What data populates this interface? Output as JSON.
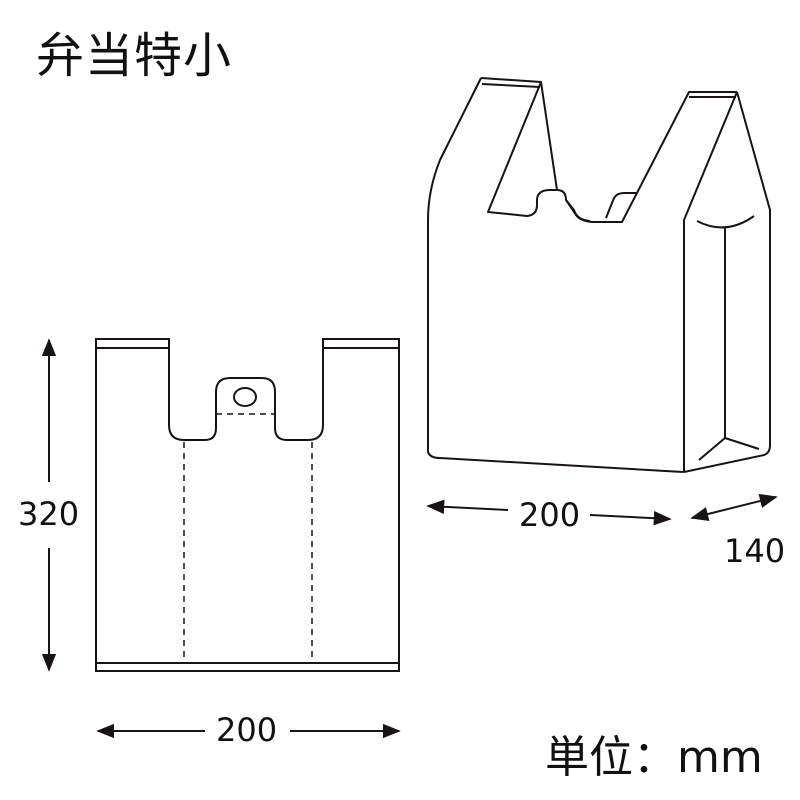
{
  "title": "弁当特小",
  "unit_label": "単位：mm",
  "flat_view": {
    "height_label": "320",
    "width_label": "200"
  },
  "perspective_view": {
    "width_label": "200",
    "gusset_label": "140"
  },
  "colors": {
    "line": "#1a1311",
    "background": "#ffffff"
  }
}
